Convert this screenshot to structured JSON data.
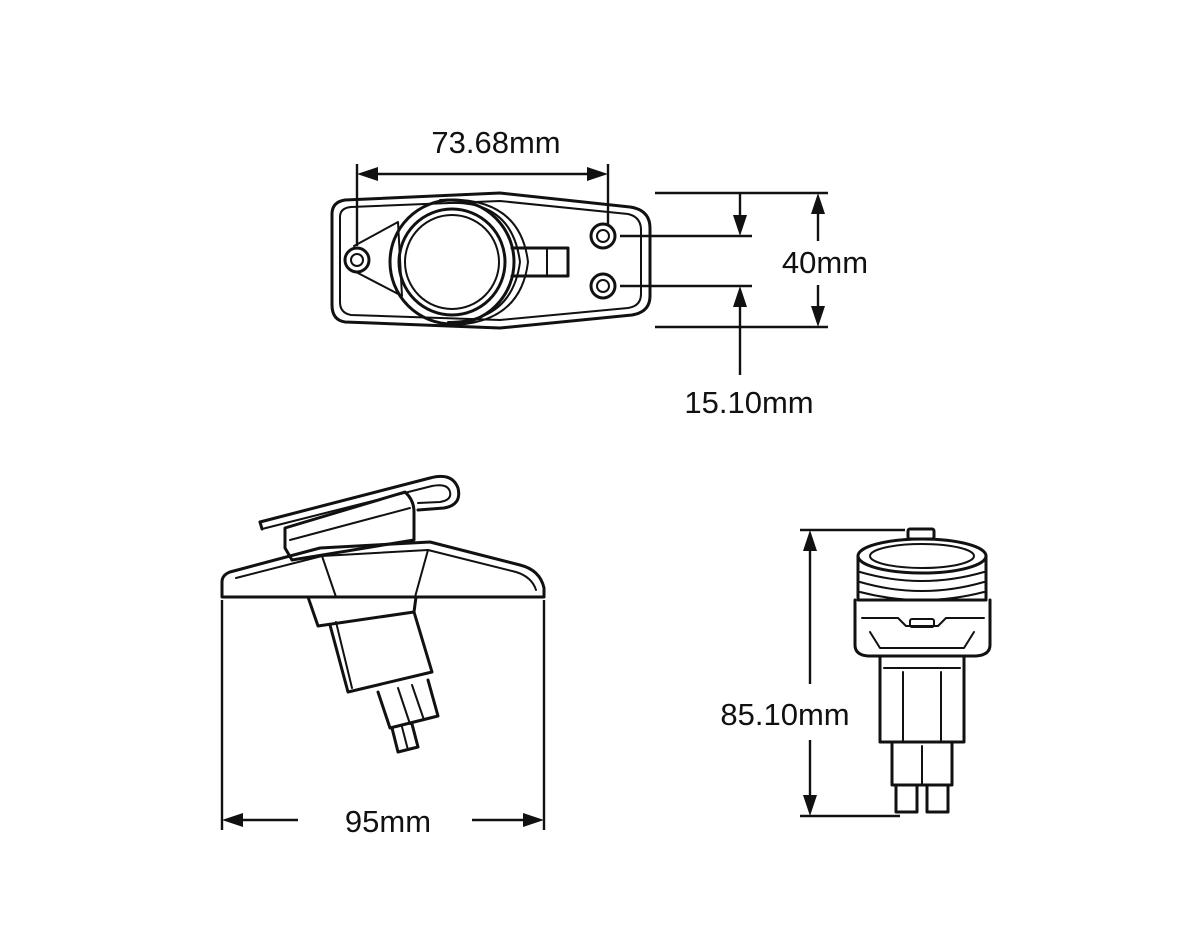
{
  "dimensions": {
    "width_top": "73.68mm",
    "height_top": "40mm",
    "hole_spacing": "15.10mm",
    "width_side": "95mm",
    "height_front": "85.10mm"
  }
}
